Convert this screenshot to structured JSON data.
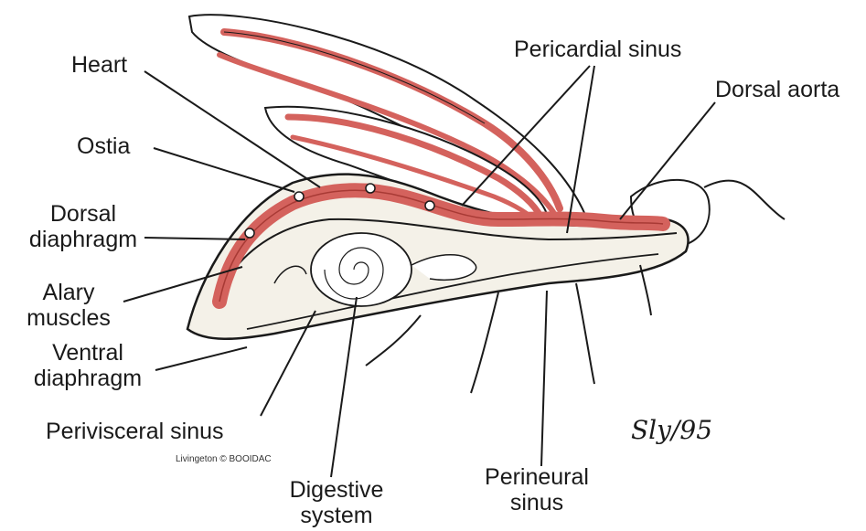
{
  "labels": {
    "heart": "Heart",
    "ostia": "Ostia",
    "dorsal_diaphragm": [
      "Dorsal",
      "diaphragm"
    ],
    "alary_muscles": [
      "Alary",
      "muscles"
    ],
    "ventral_diaphragm": [
      "Ventral",
      "diaphragm"
    ],
    "perivisceral_sinus": "Perivisceral sinus",
    "digestive_system": [
      "Digestive",
      "system"
    ],
    "perineural_sinus": [
      "Perineural",
      "sinus"
    ],
    "pericardial_sinus": "Pericardial sinus",
    "dorsal_aorta": "Dorsal aorta"
  },
  "credit": "Livingeton © BOOIDAC",
  "signature": "Sly/95",
  "colors": {
    "vessel": "#d4625d",
    "vessel_dark": "#a83a35",
    "outline": "#1a1a1a",
    "tissue": "#f4f1e8"
  }
}
